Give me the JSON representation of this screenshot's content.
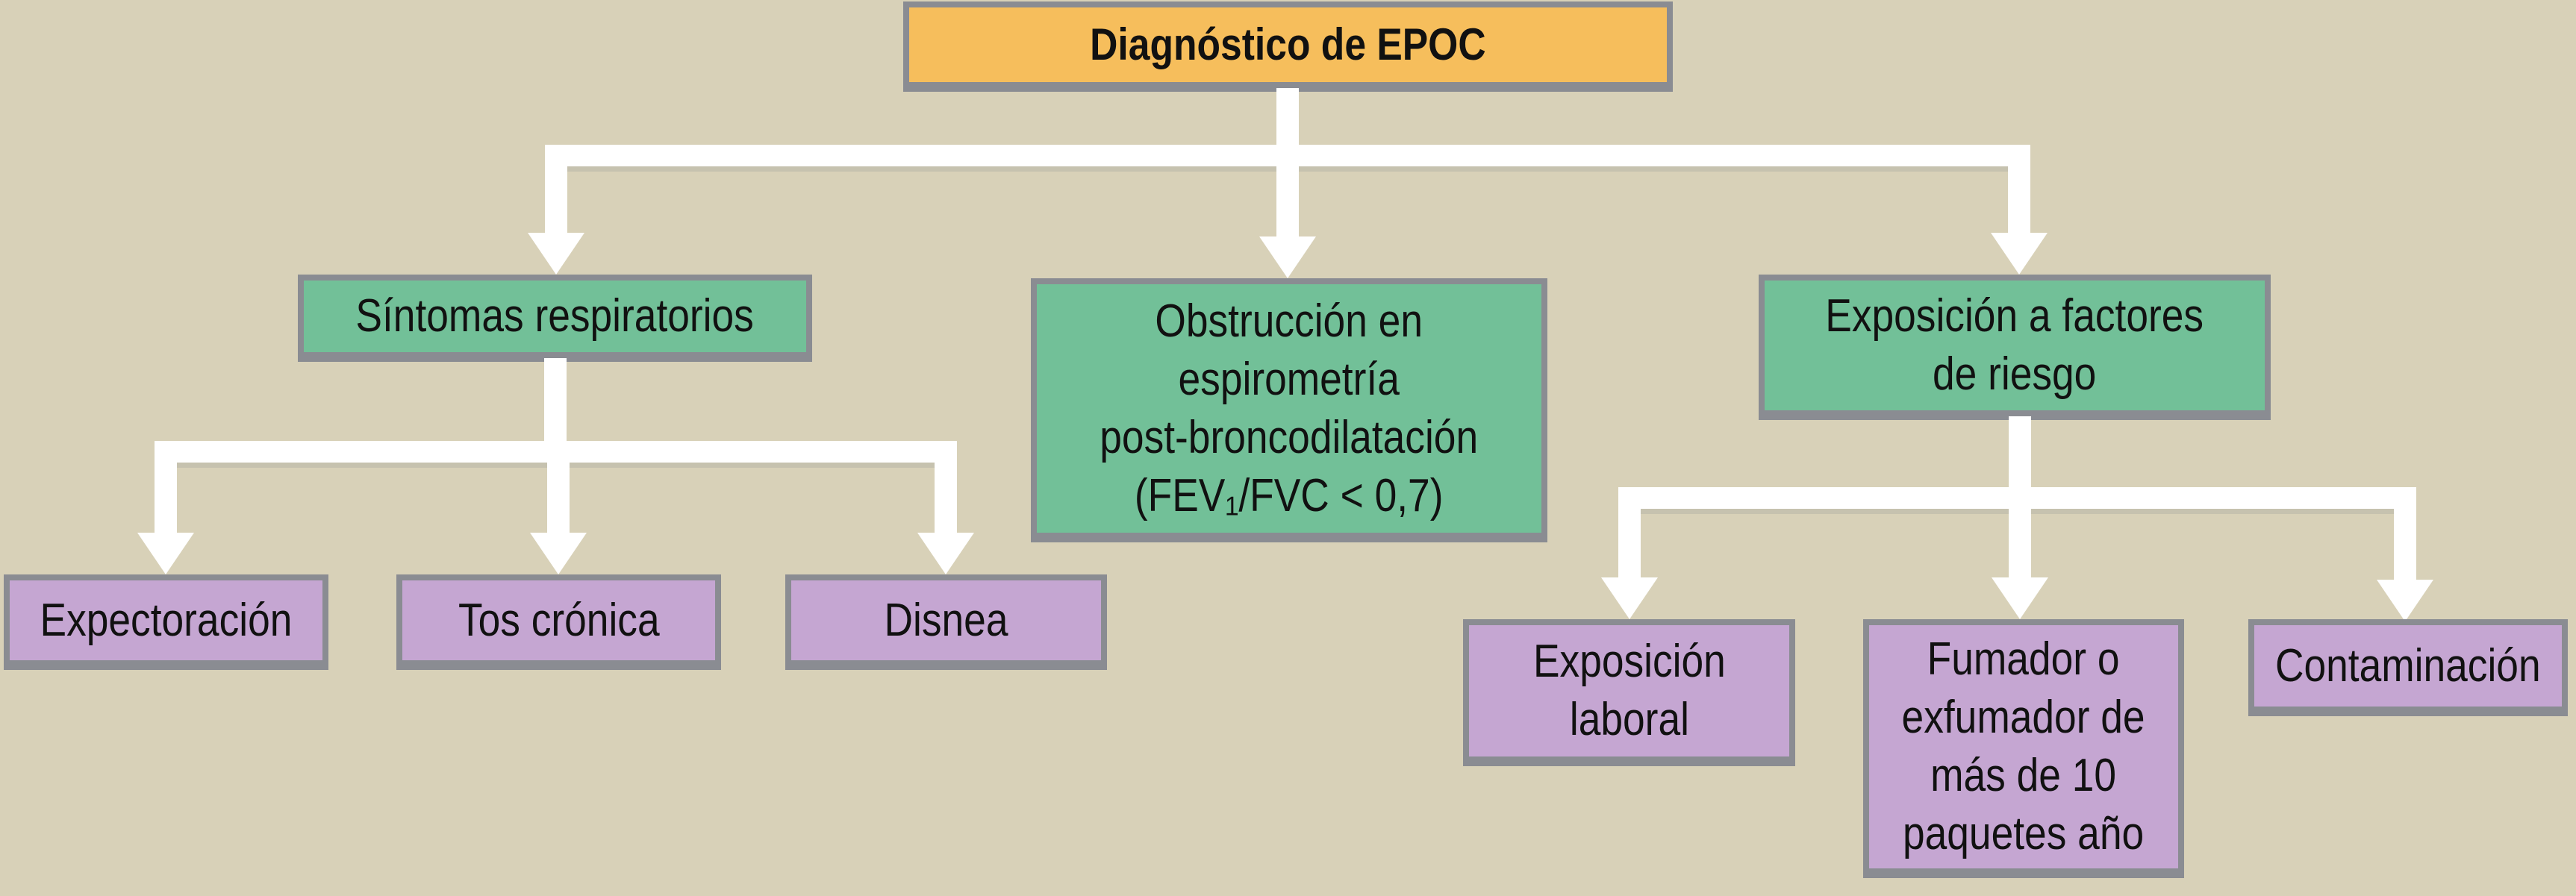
{
  "diagram": {
    "title": "Diagnóstico de EPOC",
    "branches": {
      "symptoms": {
        "label": "Síntomas respiratorios"
      },
      "spirometry": {
        "label": "Obstrucción en\nespirometría\npost-broncodilatación\n(FEV₁/FVC < 0,7)"
      },
      "exposure": {
        "label": "Exposición a factores\nde riesgo"
      }
    },
    "leaves": {
      "expectoration": {
        "label": "Expectoración"
      },
      "chronic_cough": {
        "label": "Tos crónica"
      },
      "dyspnea": {
        "label": "Disnea"
      },
      "occupational": {
        "label": "Exposición\nlaboral"
      },
      "smoker": {
        "label": "Fumador o\nexfumador de\nmás de 10\npaquetes año"
      },
      "pollution": {
        "label": "Contaminación"
      }
    }
  },
  "theme": {
    "bg": "#D8D1B8",
    "root_fill": "#F6BE5C",
    "branch_fill": "#72C098",
    "leaf_fill": "#C5A6D2",
    "border": "#8A8C92",
    "connector": "#FFFFFF",
    "text": "#111111"
  }
}
